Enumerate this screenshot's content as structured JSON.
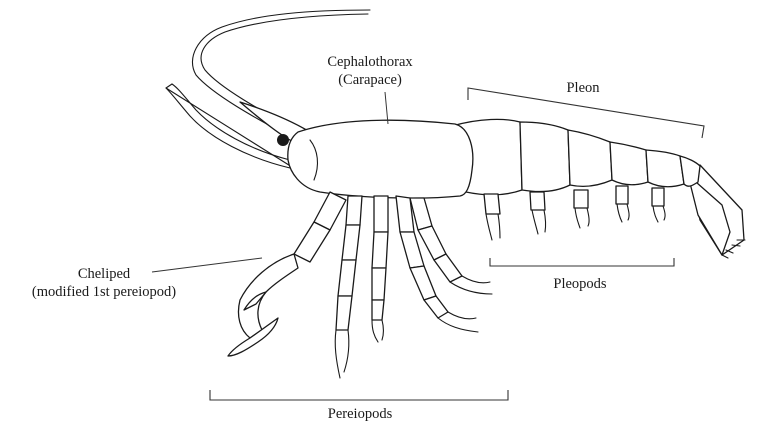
{
  "labels": {
    "cephalothorax_line1": "Cephalothorax",
    "cephalothorax_line2": "(Carapace)",
    "pleon": "Pleon",
    "cheliped_line1": "Cheliped",
    "cheliped_line2": "(modified 1st pereiopod)",
    "pleopods": "Pleopods",
    "pereiopods": "Pereiopods"
  },
  "colors": {
    "ink": "#1a1a1a",
    "background": "#ffffff"
  }
}
